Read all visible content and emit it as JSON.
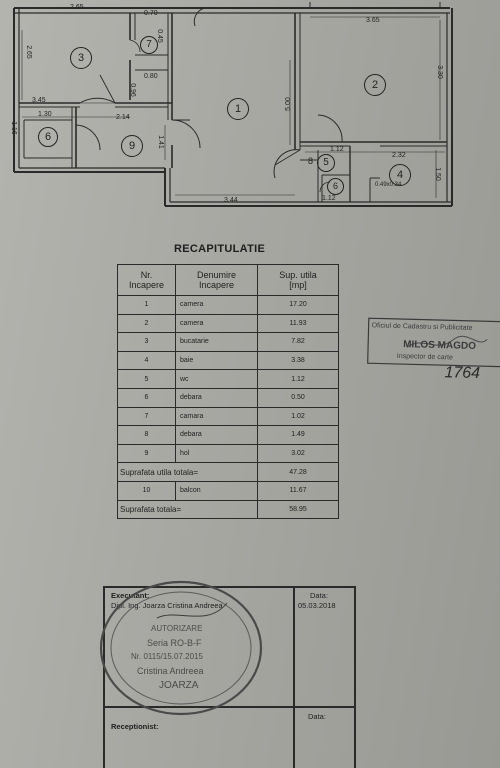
{
  "floor_plan": {
    "dimensions": {
      "top_left": "2.65",
      "top_small": "0.70",
      "top_right": "3.65",
      "left_room3": "2.65",
      "d_045": "0.45",
      "d_080": "0.80",
      "d_345": "3.45",
      "d_096": "0.96",
      "d_130": "1.30",
      "d_214": "2.14",
      "d_116": "1.16",
      "d_141": "1.41",
      "d_500": "5.00",
      "d_330": "3.30",
      "d_112a": "1.12",
      "d_232": "2.32",
      "d_150": "1.50",
      "d_049": "0.49x0.34",
      "d_112b": "1.12",
      "d_344": "3.44"
    },
    "rooms": [
      "1",
      "2",
      "3",
      "4",
      "5",
      "6",
      "6",
      "7",
      "8",
      "9"
    ]
  },
  "recap": {
    "title": "RECAPITULATIE",
    "headers": {
      "nr_line1": "Nr.",
      "nr_line2": "Incapere",
      "name_line1": "Denumire",
      "name_line2": "Incapere",
      "area_line1": "Sup. utila",
      "area_line2": "[mp]"
    },
    "rows": [
      {
        "nr": "1",
        "name": "camera",
        "area": "17.20"
      },
      {
        "nr": "2",
        "name": "camera",
        "area": "11.93"
      },
      {
        "nr": "3",
        "name": "bucatarie",
        "area": "7.82"
      },
      {
        "nr": "4",
        "name": "baie",
        "area": "3.38"
      },
      {
        "nr": "5",
        "name": "wc",
        "area": "1.12"
      },
      {
        "nr": "6",
        "name": "debara",
        "area": "0.50"
      },
      {
        "nr": "7",
        "name": "camara",
        "area": "1.02"
      },
      {
        "nr": "8",
        "name": "debara",
        "area": "1.49"
      },
      {
        "nr": "9",
        "name": "hol",
        "area": "3.02"
      }
    ],
    "subtotal_label": "Suprafata utila totala=",
    "subtotal_value": "47.28",
    "balcony": {
      "nr": "10",
      "name": "balcon",
      "area": "11.67"
    },
    "total_label": "Suprafata totala=",
    "total_value": "58.95"
  },
  "right_stamp": {
    "line1": "Oficiul de Cadastru si Publicitate",
    "line2": "MILOS MAGDO",
    "line3": "Inspector de carte",
    "handwritten": "1764"
  },
  "signature_block": {
    "executant_label": "Executant:",
    "executant_name": "Dipl. Ing. Joarza Cristina Andreea",
    "date_label": "Data:",
    "date_value": "05.03.2018",
    "receptionist_label": "Receptionist:",
    "date_label2": "Data:",
    "stamp_line1": "AUTORIZARE",
    "stamp_line2": "Seria RO-B-F",
    "stamp_line3": "Nr. 0115/15.07.2015",
    "stamp_line4": "Cristina Andreea",
    "stamp_line5": "JOARZA"
  }
}
